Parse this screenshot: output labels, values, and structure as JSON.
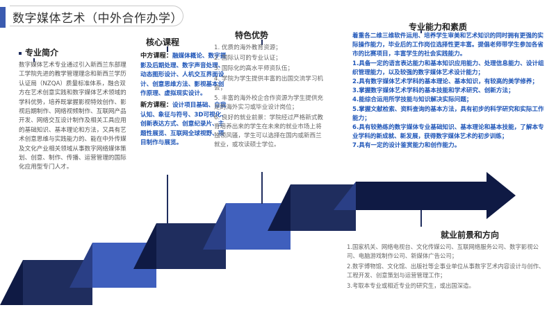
{
  "title": "数字媒体艺术（中外合作办学）",
  "intro": {
    "heading": "专业简介",
    "body": "数字媒体艺术专业通过引入新西兰东部理工学院先进的教学管理理念和新西兰学历认证局（NZQA）质量标准体系，融合双方在艺术创意实践和数字媒体艺术领域的学科优势，培养既掌握影视特效创作、影视后期制作、网络视频制作、互联网产品开发、网络交互设计制作及相关工具应用的基础知识、基本理论和方法，又具有艺术创意思维与实践能力的、能在中外传媒及文化产业相关领域从事数字网络媒体策划、创意、制作、传播、运营管理的国际化应用型专门人才。"
  },
  "core": {
    "heading": "核心课程",
    "cn_label": "中方课程：",
    "cn_courses": "融媒体概论、数字摄影及后期处理、数字声音处理、动态图形设计、人机交互界面设计、创意思维方法、影视基本创作原理、虚拟现实设计。",
    "nz_label": "新方课程：",
    "nz_courses": "设计项目基础、自我认知、象征与符号、3D可视化、创新表达方式、创意纪录片、主题性展览、互联网全球视野、项目制作与展览。"
  },
  "features": {
    "heading": "特色优势",
    "items": [
      "1. 优质的海外教育资源；",
      "2. 国际认可的专业认证；",
      "3. 国际化的高水平师资队伍；",
      "4. 学院为学生提供丰富的出国交流学习机会；",
      "5. 丰富的海外校企合作资源为学生提供充足的海外实习或毕业设计岗位；",
      "6. 良好的就业前景：学院经过严格新式教育培养出来的学生在未来的就业市场上将独领风骚，学生可以选择在国内或新西兰就业，或攻读硕士学位。"
    ]
  },
  "abilities": {
    "heading": "专业能力和素质",
    "intro": "着重各二维三维软件运用、培养学生审美和艺术知识的同时拥有更强的实际操作能力，毕业后的工作岗位选择性更丰富。提倡老师带学生参加各省市的比赛项目，丰富学生的社会实践能力。",
    "items": [
      "1.具备一定的语言表达能力和基本知识应用能力、处理信息能力、设计组织管理能力，以及较强的数字媒体艺术设计能力；",
      "2.具有数字媒体艺术学科的基本理论、基本知识，有较高的美学修养；",
      "3.掌握数字媒体艺术学科的基本技能和学术研究、创新方法；",
      "4.能综合运用所学技能与知识解决实际问题；",
      "5.掌握文献检索、资料查询的基本方法，具有初步的科学研究和实际工作能力；",
      "6.具有较熟练的数字媒体专业基础知识、基本理论和基本技能，了解本专业学科的新成就、新发展，获得数字媒体艺术的初步训练；",
      "7.具有一定的设计鉴赏能力和创作能力。"
    ]
  },
  "career": {
    "heading": "就业前景和方向",
    "items": [
      "1.国家机关、网络电视台、文化传媒公司、互联网络服务公司、数字影视公司、电脑游戏制作公司、新媒体广告公司；",
      "2.数字博物馆、文化馆、出版社等企事业单位从事数字艺术内容设计与创作、工程开发、创意策划与运营管理工作；",
      "3.考取本专业或相近专业的研究生，或出国深造。"
    ]
  },
  "colors": {
    "navy": "#1f2d5e",
    "blue": "#3f5fbd",
    "dark": "#0f1a44",
    "text_blue": "#1e55b8"
  }
}
